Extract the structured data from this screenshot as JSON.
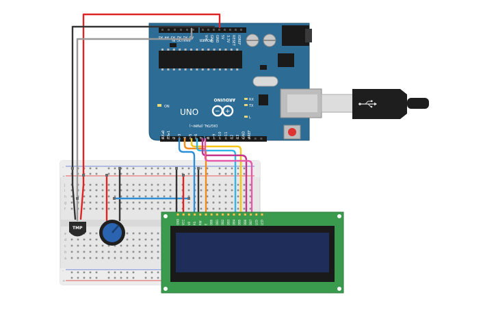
{
  "arduino": {
    "brand": "ARDUINO",
    "model": "UNO",
    "label_analog": "ANALOG IN",
    "label_power": "POWER",
    "label_digital": "DIGITAL (PWM~)",
    "label_on": "ON",
    "label_tx": "TX",
    "label_rx": "RX",
    "label_l": "L",
    "label_aref": "AREF",
    "label_gnd": "GND",
    "label_tx0": "TX▸1",
    "label_rx0": "RX◂0",
    "analog_pins": [
      "A5",
      "A4",
      "A3",
      "A2",
      "A1",
      "A0"
    ],
    "power_pins": [
      "Vin",
      "GND",
      "GND",
      "5V",
      "3.3V",
      "RESET",
      "IOREF"
    ],
    "digital_pins": [
      "13",
      "12",
      "~11",
      "~10",
      "~9",
      "8",
      "7",
      "~6",
      "~5",
      "4",
      "~3",
      "2"
    ],
    "board_color": "#2d6c94",
    "logo_color": "#ffffff"
  },
  "usb": {
    "icon": "usb-icon"
  },
  "sensor": {
    "label": "TMP"
  },
  "potentiometer": {
    "color": "#2a64b0"
  },
  "breadboard": {
    "row_letters_top": [
      "j",
      "i",
      "h",
      "g",
      "f"
    ],
    "row_letters_bottom": [
      "e",
      "d",
      "c",
      "b",
      "a"
    ],
    "rail_plus": "+",
    "rail_minus": "-"
  },
  "lcd": {
    "pin_labels": [
      "GND",
      "VCC",
      "V0",
      "RS",
      "RW",
      "E",
      "DB0",
      "DB1",
      "DB2",
      "DB3",
      "DB4",
      "DB5",
      "DB6",
      "DB7",
      "LED",
      "LED"
    ],
    "screen_color": "#1f2d5a",
    "board_color": "#3a9a4d"
  },
  "wire_colors": {
    "red": "#e02424",
    "black": "#333333",
    "gray": "#999999",
    "blue": "#2a8fd8",
    "orange": "#f28c1f",
    "yellow": "#f5c518",
    "cyan": "#33b5e5",
    "magenta": "#c2338c",
    "pink": "#e45aa8"
  }
}
